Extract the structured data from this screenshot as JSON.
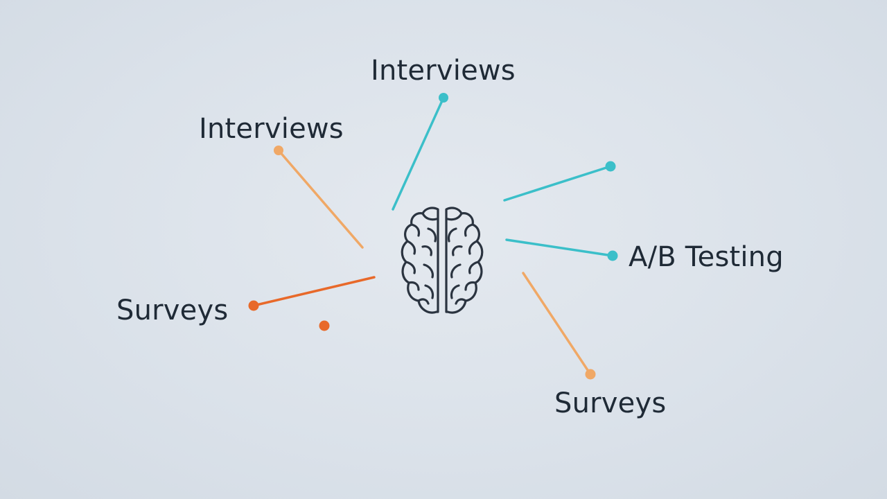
{
  "labels": {
    "interviews_top": "Interviews",
    "interviews_left": "Interviews",
    "ab_testing": "A/B Testing",
    "surveys_left": "Surveys",
    "surveys_bottom": "Surveys"
  },
  "colors": {
    "teal": "#3bbfc9",
    "orange_light": "#f0a866",
    "orange": "#e8692a",
    "text": "#1f2a36",
    "brain_stroke": "#2b3440"
  },
  "icons": {
    "center": "brain-icon"
  }
}
